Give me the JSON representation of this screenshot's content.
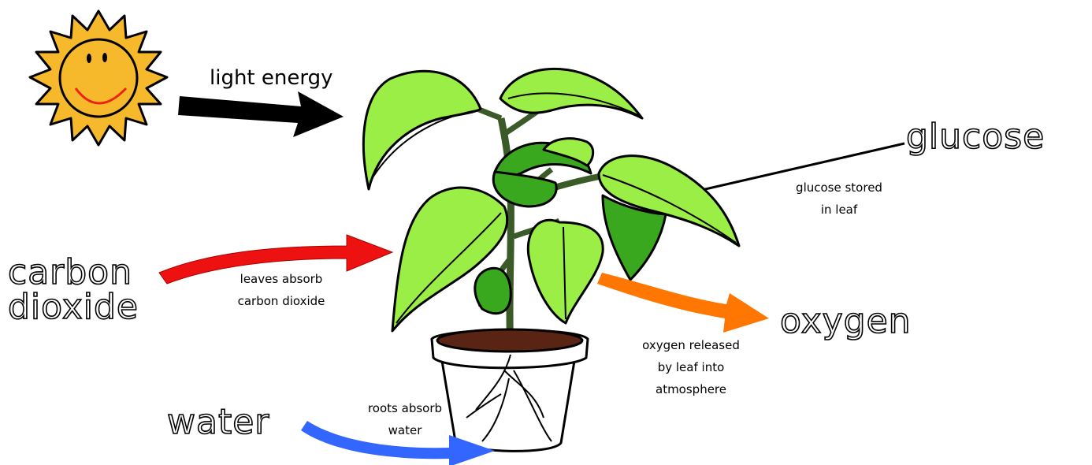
{
  "labels": {
    "light_energy": "light energy",
    "glucose": "glucose",
    "glucose_note": [
      "glucose stored",
      "in leaf"
    ],
    "carbon_dioxide": [
      "carbon",
      "dioxide"
    ],
    "co2_note": [
      "leaves absorb",
      "carbon dioxide"
    ],
    "oxygen": "oxygen",
    "oxygen_note": [
      "oxygen released",
      "by leaf into",
      "atmosphere"
    ],
    "water": "water",
    "water_note": [
      "roots absorb",
      "water"
    ]
  },
  "colors": {
    "leaf_light": "#99ee44",
    "leaf_dark": "#3aa81e",
    "stem": "#3a5a28",
    "sun": "#f5b626",
    "co2_arrow": "#ee1111",
    "oxygen_arrow": "#ff7700",
    "water_arrow": "#3366ff",
    "light_arrow": "#000000"
  },
  "icons": [
    "sun-icon",
    "plant-icon",
    "flower-pot-icon"
  ]
}
